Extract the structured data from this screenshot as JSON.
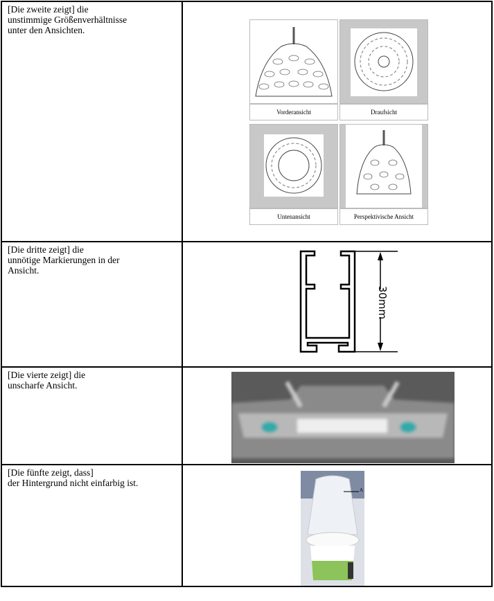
{
  "rows": [
    {
      "line1": "[Die zweite zeigt] die",
      "line2": "unstimmige Größenverhältnisse",
      "line3": "unter den Ansichten.",
      "views": {
        "front": "Vorderansicht",
        "top": "Draufsicht",
        "bottom": "Untenansicht",
        "perspective": "Perspektivische Ansicht"
      }
    },
    {
      "line1": "[Die dritte zeigt] die",
      "line2": "unnötige Markierungen in der",
      "line3": "Ansicht.",
      "dimension": "30mm"
    },
    {
      "line1": "[Die vierte zeigt] die",
      "line2": "unscharfe Ansicht."
    },
    {
      "line1": "[Die fünfte zeigt, dass]",
      "line2": "der Hintergrund nicht einfarbig ist.",
      "marker": "A"
    }
  ]
}
